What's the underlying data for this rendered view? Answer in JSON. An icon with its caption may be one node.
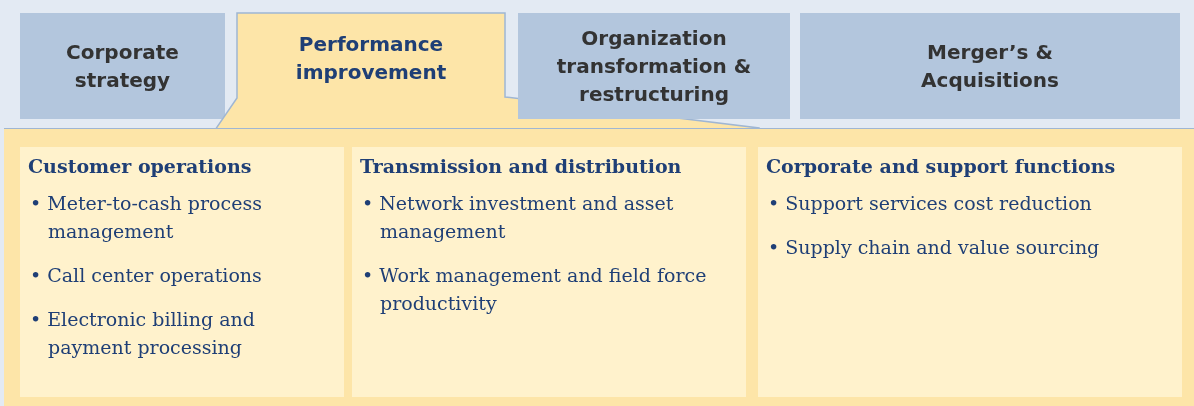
{
  "diagram": {
    "nodes": [
      {
        "text": [
          "Corporate strategy"
        ]
      },
      {
        "text": [
          "Performance improvement"
        ]
      },
      {
        "text": [
          "Organization transformation & restructuring"
        ]
      },
      {
        "text": [
          "Merger’s & Acquisitions"
        ]
      },
      {
        "text": [],
        "shape": "box"
      },
      {
        "text": [
          "Customer operations",
          "• Meter-to-cash process management",
          "• Call center operations",
          "• Electronic billing and payment processing"
        ],
        "in": 4
      },
      {
        "text": [
          "Transmission and distribution",
          "• Network investment and asset management",
          "• Work management and field force productivity"
        ],
        "in": 4
      },
      {
        "text": [
          "Corporate and support functions",
          "• Support services cost reduction",
          "• Supply chain and value sourcing"
        ],
        "in": 4
      }
    ]
  }
}
